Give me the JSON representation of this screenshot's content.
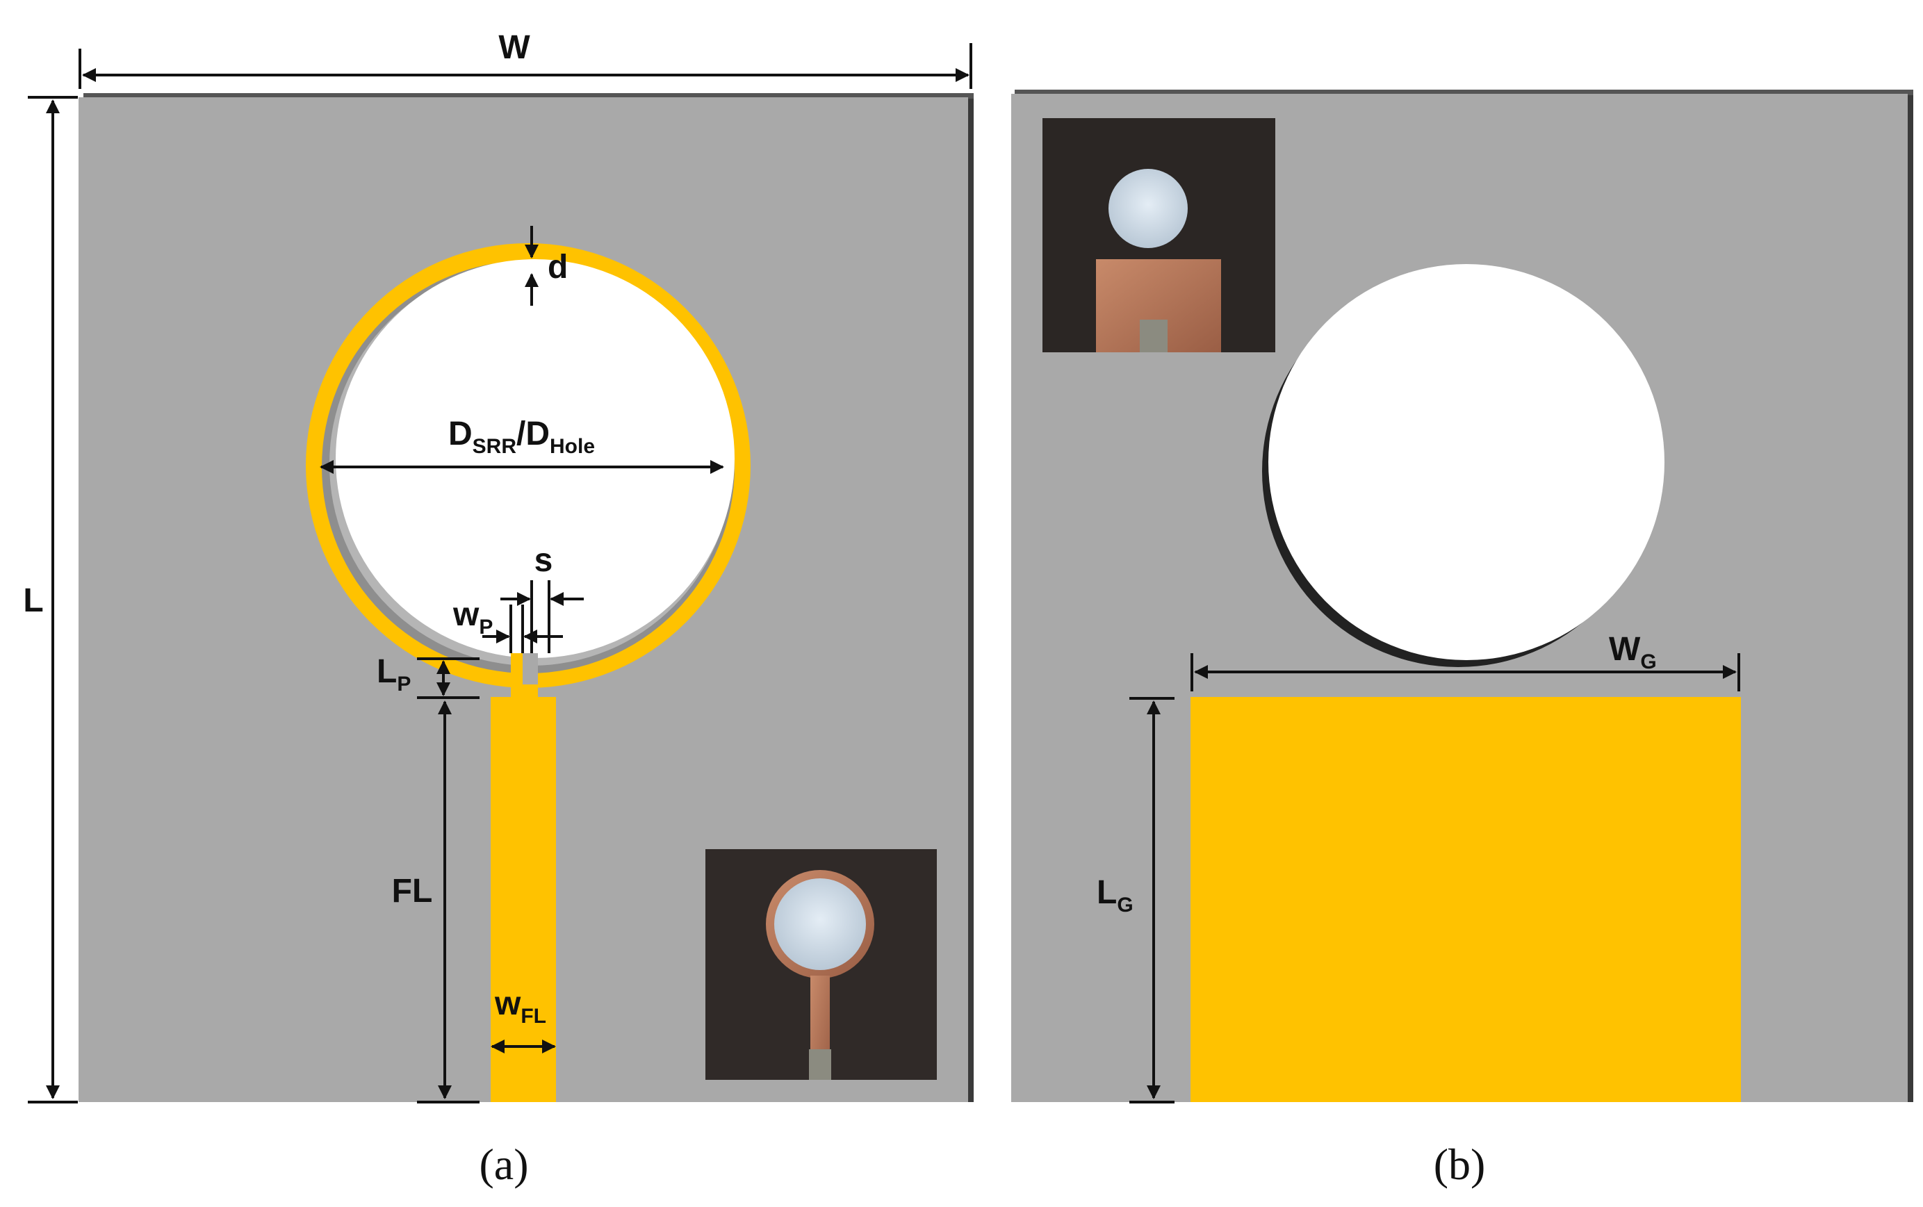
{
  "colors": {
    "substrate": "#a9a9a9",
    "copper": "#ffc200",
    "hole": "#ffffff",
    "edge": "#3a3a3a",
    "ink": "#111111"
  },
  "panel_a": {
    "caption": "(a)",
    "labels": {
      "W": "W",
      "L": "L",
      "d": "d",
      "D_main": "D",
      "D_sub1": "SRR",
      "D_slash": "/D",
      "D_sub2": "Hole",
      "s": "s",
      "wP_main": "w",
      "wP_sub": "P",
      "LP_main": "L",
      "LP_sub": "P",
      "FL": "FL",
      "wFL_main": "w",
      "wFL_sub": "FL"
    }
  },
  "panel_b": {
    "caption": "(b)",
    "labels": {
      "WG_main": "W",
      "WG_sub": "G",
      "LG_main": "L",
      "LG_sub": "G"
    }
  }
}
